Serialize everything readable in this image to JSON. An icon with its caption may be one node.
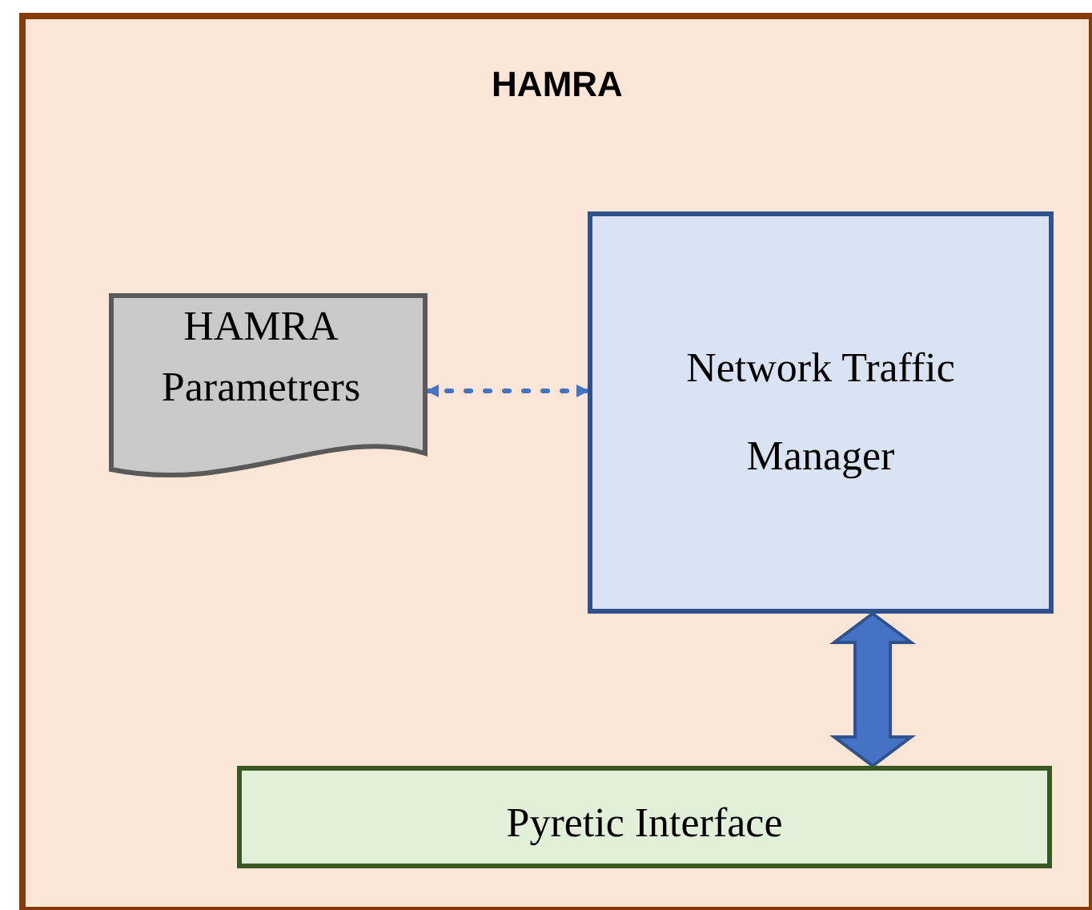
{
  "diagram": {
    "nodes": [
      {
        "text": [
          "HAMRA"
        ]
      },
      {
        "text": [
          "HAMRA Parametrers"
        ],
        "in": 0
      },
      {
        "text": [
          "Network Traffic Manager"
        ],
        "in": 0
      },
      {
        "text": [
          "Pyretic Interface"
        ],
        "in": 0
      }
    ],
    "edges": [
      {
        "from": 1,
        "to": 2,
        "arrow": "both",
        "style": "dashed"
      },
      {
        "from": 2,
        "to": 3,
        "arrow": "both",
        "style": "thick"
      }
    ]
  }
}
